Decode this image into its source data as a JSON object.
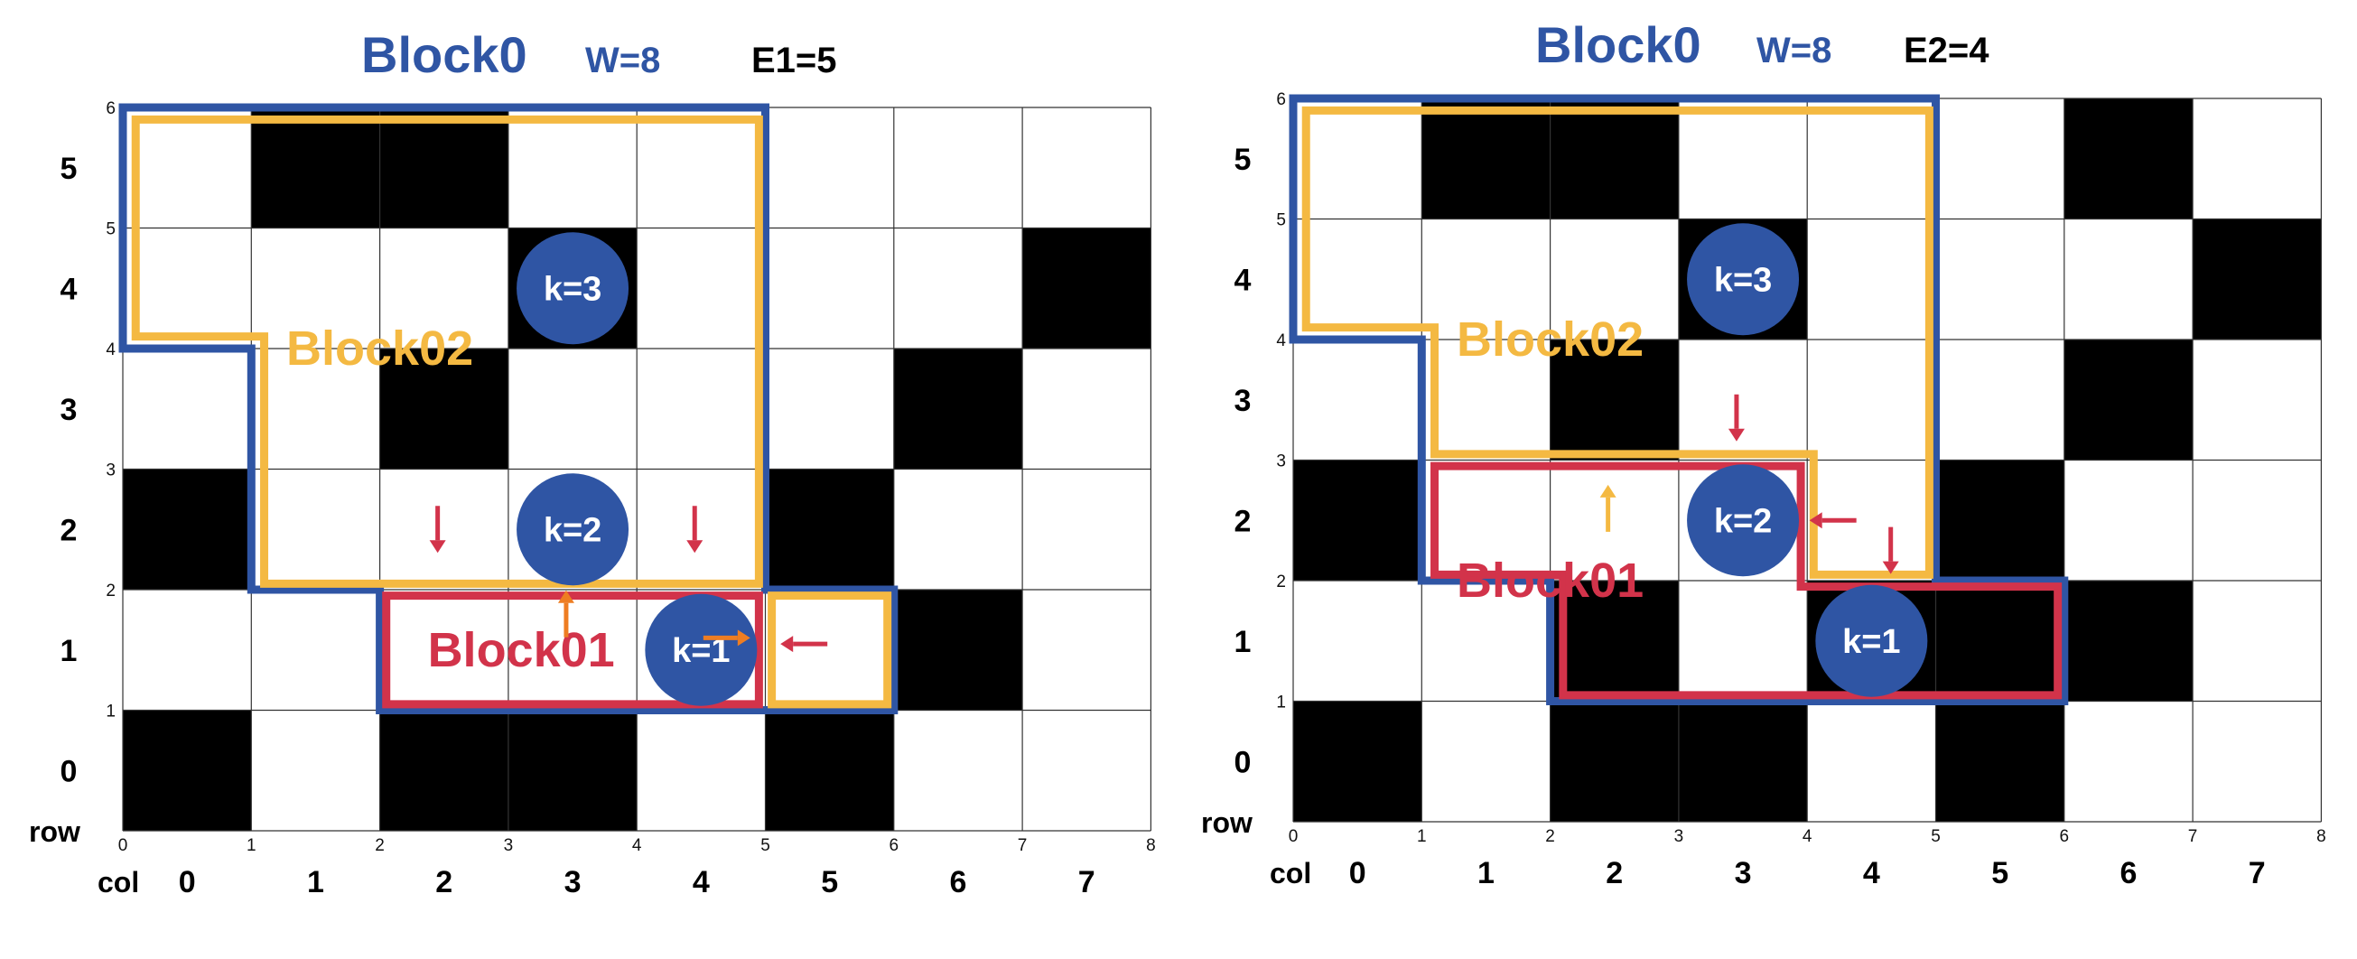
{
  "colors": {
    "blue": "#2f55a4",
    "yellow": "#f4b942",
    "red": "#d2334a",
    "orange": "#ee7d22",
    "grid": "#333333",
    "black": "#000000"
  },
  "axis_labels": {
    "row": "row",
    "col": "col"
  },
  "panels": [
    {
      "title": {
        "block": "Block0",
        "w": "W=8",
        "e": "E1=5"
      },
      "dark_cells": [
        [
          5,
          1
        ],
        [
          5,
          2
        ],
        [
          4,
          3
        ],
        [
          4,
          7
        ],
        [
          3,
          2
        ],
        [
          3,
          6
        ],
        [
          2,
          0
        ],
        [
          2,
          5
        ],
        [
          1,
          6
        ],
        [
          0,
          0
        ],
        [
          0,
          2
        ],
        [
          0,
          3
        ],
        [
          0,
          5
        ]
      ],
      "block_labels": [
        {
          "text": "Block02",
          "col": 2.0,
          "row": 4.0,
          "color": "#f4b942"
        },
        {
          "text": "Block01",
          "col": 3.1,
          "row": 1.5,
          "color": "#d2334a"
        }
      ],
      "circles": [
        {
          "text": "k=3",
          "col": 3.5,
          "row": 4.5
        },
        {
          "text": "k=2",
          "col": 3.5,
          "row": 2.5
        },
        {
          "text": "k=1",
          "col": 4.5,
          "row": 1.5
        }
      ],
      "arrows": [
        {
          "col": 2.45,
          "row": 2.5,
          "dir": "down",
          "color": "#d2334a"
        },
        {
          "col": 4.45,
          "row": 2.5,
          "dir": "down",
          "color": "#d2334a"
        },
        {
          "col": 3.45,
          "row": 1.8,
          "dir": "up",
          "color": "#ee7d22"
        },
        {
          "col": 4.7,
          "row": 1.6,
          "dir": "right",
          "color": "#ee7d22"
        },
        {
          "col": 5.3,
          "row": 1.55,
          "dir": "left",
          "color": "#d2334a"
        }
      ],
      "outlines": [
        {
          "color": "#2f55a4",
          "pts": [
            [
              0,
              6
            ],
            [
              5,
              6
            ],
            [
              5,
              2
            ],
            [
              6,
              2
            ],
            [
              6,
              1
            ],
            [
              2,
              1
            ],
            [
              2,
              2
            ],
            [
              1,
              2
            ],
            [
              1,
              4
            ],
            [
              0,
              4
            ]
          ]
        },
        {
          "color": "#f4b942",
          "pts": [
            [
              0.1,
              5.9
            ],
            [
              4.95,
              5.9
            ],
            [
              4.95,
              2.05
            ],
            [
              1.1,
              2.05
            ],
            [
              1.1,
              4.1
            ],
            [
              0.1,
              4.1
            ]
          ]
        },
        {
          "color": "#d2334a",
          "pts": [
            [
              2.05,
              1.95
            ],
            [
              4.95,
              1.95
            ],
            [
              4.95,
              1.05
            ],
            [
              2.05,
              1.05
            ]
          ]
        },
        {
          "color": "#f4b942",
          "pts": [
            [
              5.05,
              1.95
            ],
            [
              5.95,
              1.95
            ],
            [
              5.95,
              1.05
            ],
            [
              5.05,
              1.05
            ]
          ]
        }
      ]
    },
    {
      "title": {
        "block": "Block0",
        "w": "W=8",
        "e": "E2=4"
      },
      "dark_cells": [
        [
          5,
          1
        ],
        [
          5,
          2
        ],
        [
          5,
          6
        ],
        [
          4,
          3
        ],
        [
          4,
          7
        ],
        [
          3,
          2
        ],
        [
          3,
          6
        ],
        [
          2,
          0
        ],
        [
          2,
          5
        ],
        [
          1,
          2
        ],
        [
          1,
          4
        ],
        [
          1,
          5
        ],
        [
          1,
          6
        ],
        [
          0,
          0
        ],
        [
          0,
          2
        ],
        [
          0,
          3
        ],
        [
          0,
          5
        ]
      ],
      "block_labels": [
        {
          "text": "Block02",
          "col": 2.0,
          "row": 4.0,
          "color": "#f4b942"
        },
        {
          "text": "Block01",
          "col": 2.0,
          "row": 2.0,
          "color": "#d2334a"
        }
      ],
      "circles": [
        {
          "text": "k=3",
          "col": 3.5,
          "row": 4.5
        },
        {
          "text": "k=2",
          "col": 3.5,
          "row": 2.5
        },
        {
          "text": "k=1",
          "col": 4.5,
          "row": 1.5
        }
      ],
      "arrows": [
        {
          "col": 3.45,
          "row": 3.35,
          "dir": "down",
          "color": "#d2334a"
        },
        {
          "col": 2.45,
          "row": 2.6,
          "dir": "up",
          "color": "#f4b942"
        },
        {
          "col": 4.2,
          "row": 2.5,
          "dir": "left",
          "color": "#d2334a"
        },
        {
          "col": 4.65,
          "row": 2.25,
          "dir": "down",
          "color": "#d2334a"
        }
      ],
      "outlines": [
        {
          "color": "#2f55a4",
          "pts": [
            [
              0,
              6
            ],
            [
              5,
              6
            ],
            [
              5,
              2
            ],
            [
              6,
              2
            ],
            [
              6,
              1
            ],
            [
              2,
              1
            ],
            [
              2,
              2
            ],
            [
              1,
              2
            ],
            [
              1,
              4
            ],
            [
              0,
              4
            ]
          ]
        },
        {
          "color": "#f4b942",
          "pts": [
            [
              0.1,
              5.9
            ],
            [
              4.95,
              5.9
            ],
            [
              4.95,
              2.05
            ],
            [
              4.05,
              2.05
            ],
            [
              4.05,
              3.05
            ],
            [
              1.1,
              3.05
            ],
            [
              1.1,
              4.1
            ],
            [
              0.1,
              4.1
            ]
          ]
        },
        {
          "color": "#d2334a",
          "pts": [
            [
              1.1,
              2.95
            ],
            [
              3.95,
              2.95
            ],
            [
              3.95,
              1.95
            ],
            [
              5.95,
              1.95
            ],
            [
              5.95,
              1.05
            ],
            [
              2.1,
              1.05
            ],
            [
              2.1,
              2.05
            ],
            [
              1.1,
              2.05
            ]
          ]
        }
      ]
    }
  ]
}
